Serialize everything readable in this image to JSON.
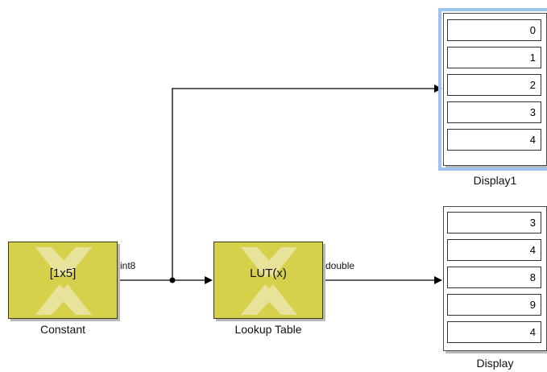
{
  "blocks": {
    "constant": {
      "inner_label": "[1x5]",
      "name": "Constant"
    },
    "lut": {
      "inner_label": "LUT(x)",
      "name": "Lookup Table"
    },
    "display1": {
      "name": "Display1",
      "values": [
        "0",
        "1",
        "2",
        "3",
        "4"
      ]
    },
    "display": {
      "name": "Display",
      "values": [
        "3",
        "4",
        "8",
        "9",
        "4"
      ]
    }
  },
  "signals": {
    "constant_out": "int8",
    "lut_out": "double"
  },
  "colors": {
    "block_fill": "#d6d14a",
    "selection_highlight": "#9cc4ec",
    "line": "#000000"
  },
  "icons": {
    "block_logo": "xilinx-logo-icon"
  }
}
